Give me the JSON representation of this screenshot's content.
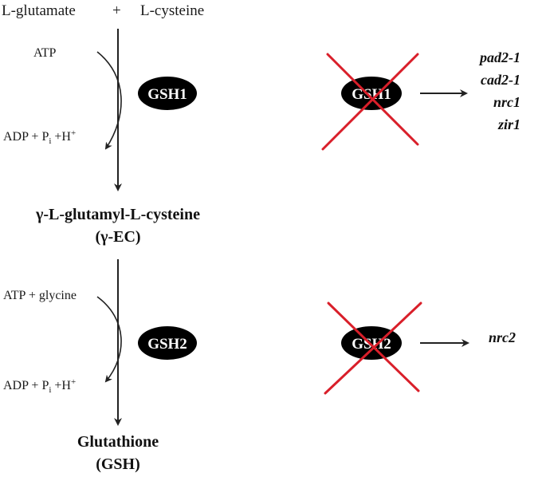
{
  "substrates": {
    "left": "L-glutamate",
    "plus": "+",
    "right": "L-cysteine"
  },
  "step1": {
    "cofactor_in": "ATP",
    "cofactor_out": "ADP + P",
    "cofactor_out_sub": "i",
    "cofactor_out_tail": " +H",
    "cofactor_out_sup": "+",
    "enzyme": "GSH1",
    "mutant_enzyme": "GSH1",
    "mutants": [
      "pad2-1",
      "cad2-1",
      "nrc1",
      "zir1"
    ]
  },
  "intermediate": {
    "name": "γ-L-glutamyl-L-cysteine",
    "abbr": "(γ-EC)"
  },
  "step2": {
    "cofactor_in": "ATP + glycine",
    "cofactor_out": "ADP + P",
    "cofactor_out_sub": "i",
    "cofactor_out_tail": " +H",
    "cofactor_out_sup": "+",
    "enzyme": "GSH2",
    "mutant_enzyme": "GSH2",
    "mutants": [
      "nrc2"
    ]
  },
  "product": {
    "name": "Glutathione",
    "abbr": "(GSH)"
  },
  "colors": {
    "enzyme_fill": "#000000",
    "cross": "#d91f2a",
    "arrow": "#222222"
  }
}
